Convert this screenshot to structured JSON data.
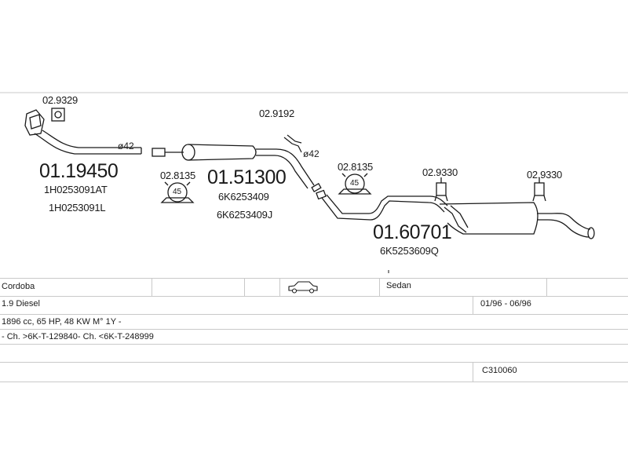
{
  "parts": {
    "front_pipe": {
      "number": "01.19450",
      "oem_1": "1H0253091AT",
      "oem_2": "1H0253091L",
      "diameter": "ø42"
    },
    "gasket_front": {
      "number": "02.9329"
    },
    "middle_silencer": {
      "number": "01.51300",
      "oem_1": "6K6253409",
      "oem_2": "6K6253409J"
    },
    "hanger_1": {
      "number": "02.8135",
      "ring_label": "45"
    },
    "clamp": {
      "number": "02.9192",
      "diameter": "ø42"
    },
    "hanger_2": {
      "number": "02.8135",
      "ring_label": "45"
    },
    "rear_silencer": {
      "number": "01.60701",
      "oem_1": "6K5253609Q"
    },
    "bracket_1": {
      "number": "02.9330"
    },
    "bracket_2": {
      "number": "02.9330"
    }
  },
  "vehicle": {
    "model": "Cordoba",
    "body_icon": "sedan-car-icon",
    "body": "Sedan",
    "engine": "1.9 Diesel",
    "years": "01/96 - 06/96",
    "spec": "1896 cc, 65 HP, 48 KW M° 1Y -",
    "chassis": "- Ch. >6K-T-129840- Ch. <6K-T-248999",
    "code": "C310060"
  },
  "colors": {
    "line": "#1a1a1a",
    "grid": "#c9c9c9",
    "background": "#ffffff"
  }
}
